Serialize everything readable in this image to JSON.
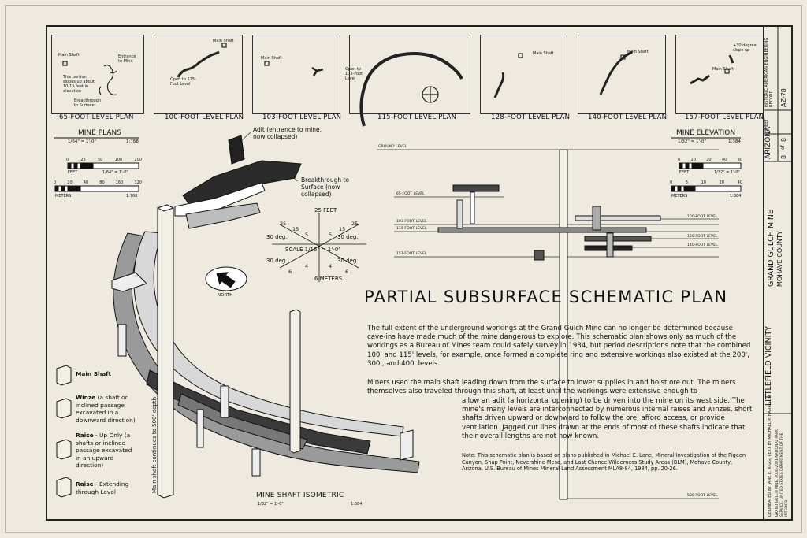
{
  "sheet": {
    "heading": "PARTIAL SUBSURFACE SCHEMATIC PLAN",
    "paragraph1": "The full extent of the underground workings at the Grand Gulch Mine can no longer be determined because cave-ins have made much of the mine dangerous to explore. This schematic plan shows only as much of the workings as a Bureau of Mines team could safely survey in 1984, but period descriptions note that the combined 100' and 115' levels, for example, once formed a complete ring and extensive workings also existed at the 200', 300', and 400' levels.",
    "paragraph2a": "Miners used the main shaft leading down from the surface to lower supplies in and hoist ore out. The miners themselves also traveled through this shaft, at least until the workings were extensive enough to",
    "paragraph2b": "allow an adit (a horizontal opening) to be driven into the mine on its west side. The mine's many levels are interconnected by numerous internal raises and winzes, short shafts driven upward or downward to follow the ore, afford access, or provide ventilation. Jagged cut lines drawn at the ends of most of these shafts indicate that their overall lengths are not now known.",
    "note": "Note: This schematic plan is based on plans published in Michael E. Lane, Mineral Investigation of the Pigeon Canyon, Snap Point, Nevershine Mesa, and Last Chance Wilderness Study Areas (BLM), Mohave County, Arizona, U.S. Bureau of Mines Mineral Land Assessment MLA8-84, 1984, pp. 20-26."
  },
  "plans": [
    {
      "caption": "65-FOOT LEVEL PLAN"
    },
    {
      "caption": "100-FOOT LEVEL PLAN"
    },
    {
      "caption": "103-FOOT LEVEL PLAN"
    },
    {
      "caption": "115-FOOT LEVEL PLAN"
    },
    {
      "caption": "128-FOOT LEVEL PLAN"
    },
    {
      "caption": "140-FOOT LEVEL PLAN"
    },
    {
      "caption": "157-FOOT LEVEL PLAN"
    }
  ],
  "plan_labels": {
    "main_shaft": "Main Shaft",
    "entrance_to_mine": "Entrance to Mine",
    "slope_note": "This portion slopes up about 10-15 feet in elevation",
    "breakthrough": "Breakthrough to Surface",
    "open_to_115": "Open to 115-Foot Level",
    "open_to_103": "Open to 103-Foot Level",
    "slope_30": "+30 degree slope up"
  },
  "mine_plans_scale": {
    "title": "MINE PLANS",
    "scale_text": "1/64\" = 1'-0\"",
    "ratio": "1:768",
    "feet_ticks": [
      "0",
      "25",
      "50",
      "100",
      "200"
    ],
    "meters_ticks": [
      "0",
      "20",
      "40",
      "80",
      "160",
      "320"
    ],
    "feet": "FEET",
    "meters": "METERS",
    "inline_scale": "1/64\" = 1'-0\""
  },
  "mine_elevation_scale": {
    "title": "MINE ELEVATION",
    "scale_text": "1/32\" = 1'-0\"",
    "ratio": "1:384",
    "feet_ticks": [
      "0",
      "10",
      "20",
      "40",
      "80"
    ],
    "meters_ticks": [
      "0",
      "5",
      "10",
      "20",
      "40"
    ],
    "feet": "FEET",
    "meters": "METERS",
    "inline_scale": "1/32\" = 1'-0\""
  },
  "elevation_levels": [
    {
      "label": "GROUND LEVEL"
    },
    {
      "label": "65-FOOT LEVEL"
    },
    {
      "label": "100-FOOT LEVEL"
    },
    {
      "label": "103-FOOT LEVEL"
    },
    {
      "label": "115-FOOT LEVEL"
    },
    {
      "label": "128-FOOT LEVEL"
    },
    {
      "label": "140-FOOT LEVEL"
    },
    {
      "label": "157-FOOT LEVEL"
    },
    {
      "label": "500-FOOT LEVEL"
    }
  ],
  "isometric": {
    "adit_label": "Adit (entrance to mine, now collapsed)",
    "breakthrough_label": "Breakthrough to Surface (now collapsed)",
    "shaft_label": "Main shaft continues to 500' depth",
    "title": "MINE SHAFT ISOMETRIC",
    "scale_text": "1/32\" = 1'-0\"",
    "ratio": "1:384",
    "north": "NORTH"
  },
  "iso_scale": {
    "feet": "25 FEET",
    "meters": "6 METERS",
    "scale": "SCALE 1/16\" = 1'-0\"",
    "deg_tl": "30 deg.",
    "deg_tr": "30 deg.",
    "deg_bl": "30 deg.",
    "deg_br": "30 deg.",
    "ticks_top": [
      "25",
      "15",
      "5",
      "5",
      "15",
      "25"
    ],
    "ticks_bot": [
      "6",
      "4",
      "4",
      "6"
    ]
  },
  "legend": [
    {
      "title": "Main Shaft",
      "desc": ""
    },
    {
      "title": "Winze",
      "desc": "(a shaft or inclined passage excavated in a downward direction)"
    },
    {
      "title": "Raise",
      "desc": "- Up Only (a shafts or inclined passage excavated in an upward direction)"
    },
    {
      "title": "Raise",
      "desc": "- Extending through Level"
    }
  ],
  "title_block": {
    "mine": "GRAND GULCH MINE",
    "county": "MOHAVE COUNTY",
    "vicinity": "LITTLEFIELD VICINITY",
    "state": "ARIZONA",
    "sheet": "8",
    "of": "of",
    "total": "8",
    "sheet_label": "SHEET",
    "haer": "HISTORIC AMERICAN ENGINEERING RECORD",
    "haer_no": "AZ-78",
    "delineated": "DELINEATED BY JANE E. RIGG; TEXT BY MICHAEL P. HARRISON",
    "agency": "GRAND GULCH MINE, 2000-2001 NATIONAL PARK SERVICE, UNITED STATES DEPARTMENT OF THE INTERIOR"
  }
}
